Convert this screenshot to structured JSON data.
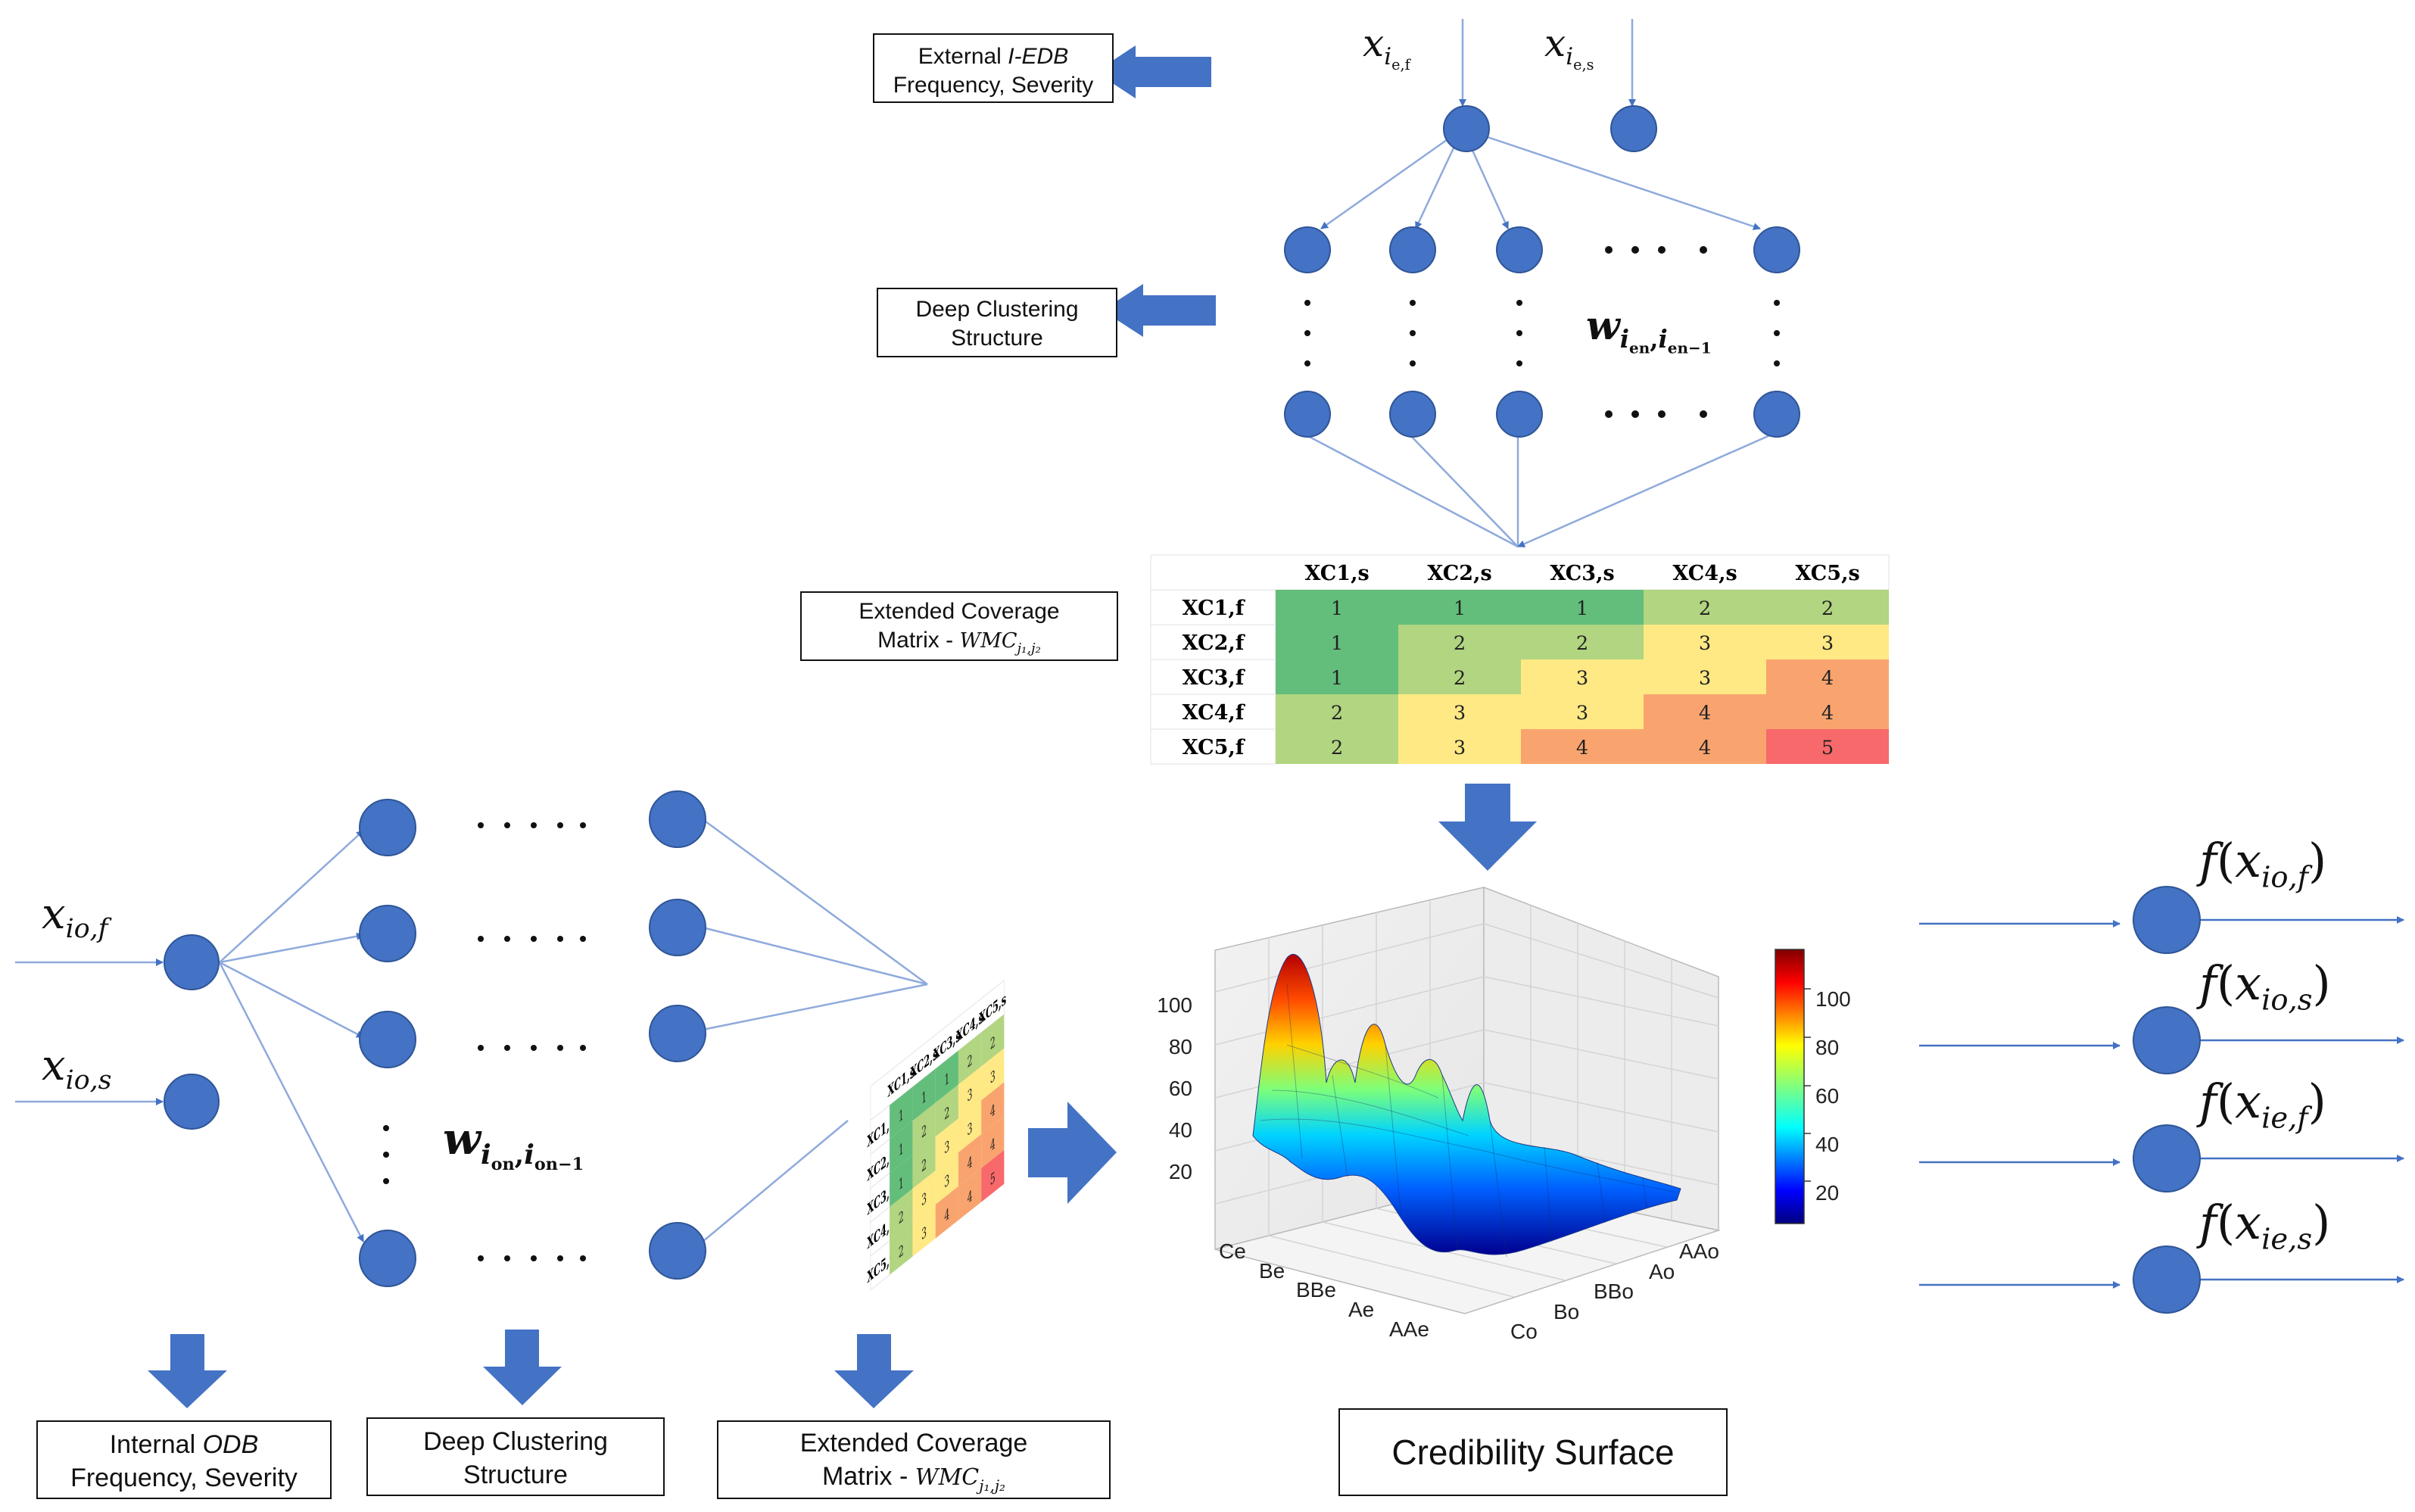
{
  "colors": {
    "node": "#4472C4",
    "node_stroke": "#2F5597",
    "line": "#8FAADC",
    "arrow": "#4472C4",
    "heat_1": "#63BE7B",
    "heat_2": "#B1D580",
    "heat_3": "#FFE984",
    "heat_4": "#F9A46F",
    "heat_5": "#F8696B"
  },
  "top": {
    "inputs": [
      "x",
      "x"
    ],
    "input_subs": [
      "i",
      "i"
    ],
    "input_subsubs": [
      "e,f",
      "e,s"
    ],
    "weight_main": "w",
    "weight_sub1": "i",
    "weight_subsub1": "en",
    "weight_sub2": "i",
    "weight_subsub2": "en−1",
    "dots": "· · · ·",
    "vdots": ":"
  },
  "labels": {
    "external": {
      "line1_a": "External ",
      "line1_b": "I-EDB",
      "line2": "Frequency, Severity"
    },
    "deep_top": {
      "line1": "Deep Clustering",
      "line2": "Structure"
    },
    "ecm_top": {
      "line1": "Extended Coverage",
      "line2_a": "Matrix - ",
      "line2_b": "WMC",
      "line2_sub": "j₁,j₂"
    },
    "internal": {
      "line1_a": "Internal ",
      "line1_b": "ODB",
      "line2": "Frequency, Severity"
    },
    "deep_bottom": {
      "line1": "Deep Clustering",
      "line2": "Structure"
    },
    "ecm_bottom": {
      "line1": "Extended Coverage",
      "line2_a": "Matrix - ",
      "line2_b": "WMC",
      "line2_sub": "j₁,j₂"
    },
    "credibility": "Credibility Surface"
  },
  "matrix": {
    "col_headers": [
      "XC1,s",
      "XC2,s",
      "XC3,s",
      "XC4,s",
      "XC5,s"
    ],
    "row_headers": [
      "XC1,f",
      "XC2,f",
      "XC3,f",
      "XC4,f",
      "XC5,f"
    ],
    "cells": [
      [
        1,
        1,
        1,
        2,
        2
      ],
      [
        1,
        2,
        2,
        3,
        3
      ],
      [
        1,
        2,
        3,
        3,
        4
      ],
      [
        2,
        3,
        3,
        4,
        4
      ],
      [
        2,
        3,
        4,
        4,
        5
      ]
    ]
  },
  "left": {
    "inputs": [
      "x",
      "x"
    ],
    "input_subs": [
      "io,f",
      "io,s"
    ],
    "weight_main": "w",
    "weight_sub1": "i",
    "weight_subsub1": "on",
    "weight_sub2": "i",
    "weight_subsub2": "on−1",
    "dots": "· · · · ·"
  },
  "surface": {
    "z_ticks": [
      "100",
      "80",
      "60",
      "40",
      "20"
    ],
    "x_ticks": [
      "Ce",
      "Be",
      "BBe",
      "Ae",
      "AAe"
    ],
    "y_ticks": [
      "Co",
      "Bo",
      "BBo",
      "Ao",
      "AAo"
    ],
    "colorbar_ticks": [
      "100",
      "80",
      "60",
      "40",
      "20"
    ]
  },
  "outputs": [
    {
      "f": "f",
      "x": "x",
      "sub": "io,f"
    },
    {
      "f": "f",
      "x": "x",
      "sub": "io,s"
    },
    {
      "f": "f",
      "x": "x",
      "sub": "ie,f"
    },
    {
      "f": "f",
      "x": "x",
      "sub": "ie,s"
    }
  ]
}
